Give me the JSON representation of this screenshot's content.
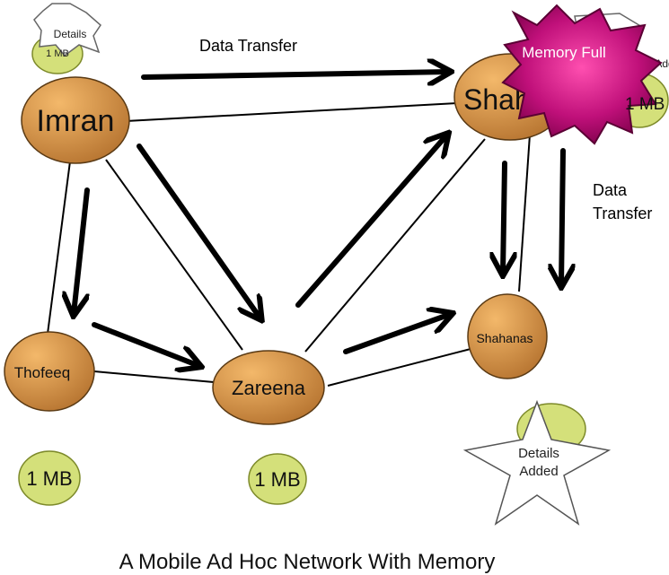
{
  "colors": {
    "node_light": "#f3b86a",
    "node_dark": "#b87632",
    "node_stroke": "#5a3a14",
    "memory_badge": "#d4e07a",
    "memory_badge_stroke": "#7d8a2a",
    "star_fill": "#ffffff",
    "star_stroke": "#666666",
    "burst_center": "#ff4fb0",
    "burst_edge": "#7a0048",
    "arrow": "#000000",
    "link": "#000000"
  },
  "nodes": {
    "imran": "Imran",
    "shahana": "Shahana",
    "thofeeq": "Thofeeq",
    "zareena": "Zareena",
    "shahanas": "Shahanas"
  },
  "memory_badges": {
    "imran": "1 MB",
    "shahana": "1 MB",
    "thofeeq": "1 MB",
    "zareena": "1 MB"
  },
  "stars": {
    "top_left": "Details",
    "top_right_hidden": "Details Added",
    "bottom_right_line1": "Details",
    "bottom_right_line2": "Added"
  },
  "burst_label": "Memory Full",
  "flow_labels": {
    "top": "Data Transfer",
    "right_line1": "Data",
    "right_line2": "Transfer"
  },
  "caption": "A Mobile Ad Hoc Network With Memory"
}
